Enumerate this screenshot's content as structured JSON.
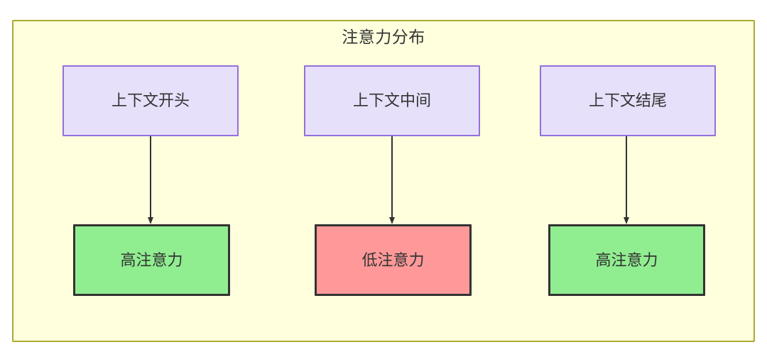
{
  "diagram": {
    "title": "注意力分布",
    "container_bg": "#ffffde",
    "container_border": "#aaaa33",
    "top_row": [
      {
        "id": "context-start",
        "label": "上下文开头",
        "fill": "#e6e0fb",
        "stroke": "#9370db"
      },
      {
        "id": "context-middle",
        "label": "上下文中间",
        "fill": "#e6e0fb",
        "stroke": "#9370db"
      },
      {
        "id": "context-end",
        "label": "上下文结尾",
        "fill": "#e6e0fb",
        "stroke": "#9370db"
      }
    ],
    "bottom_row": [
      {
        "id": "attention-high-start",
        "label": "高注意力",
        "fill": "#90ee90",
        "stroke": "#333333"
      },
      {
        "id": "attention-low-middle",
        "label": "低注意力",
        "fill": "#ff9999",
        "stroke": "#333333"
      },
      {
        "id": "attention-high-end",
        "label": "高注意力",
        "fill": "#90ee90",
        "stroke": "#333333"
      }
    ],
    "edges": [
      {
        "from": "context-start",
        "to": "attention-high-start",
        "label": ""
      },
      {
        "from": "context-middle",
        "to": "attention-low-middle",
        "label": ""
      },
      {
        "from": "context-end",
        "to": "attention-high-end",
        "label": ""
      }
    ],
    "edge_color": "#333333"
  }
}
